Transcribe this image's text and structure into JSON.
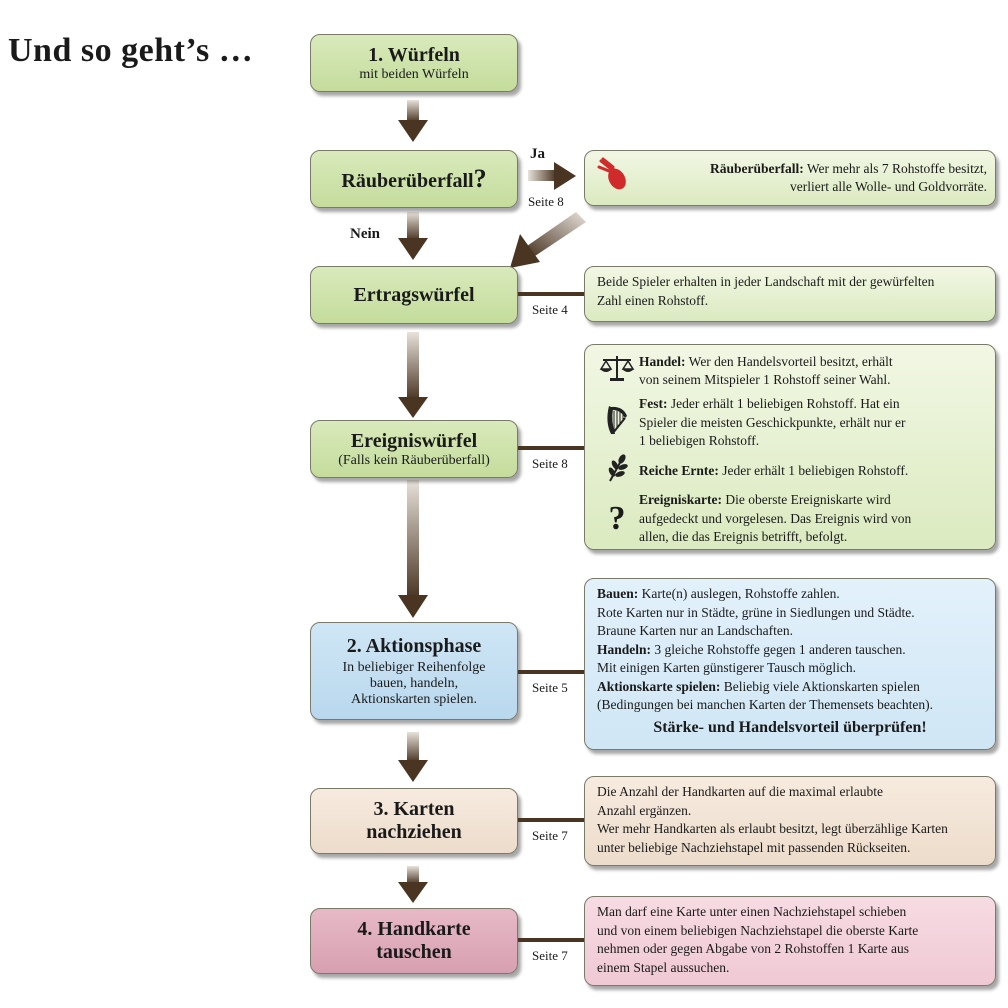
{
  "title": "Und so geht’s …",
  "steps": {
    "wuerfeln": {
      "title": "1. Würfeln",
      "sub": "mit beiden Würfeln"
    },
    "raeuber": {
      "title": "Räuberüberfall",
      "mark": "?"
    },
    "ertrag": {
      "title": "Ertragswürfel"
    },
    "ereignis": {
      "title": "Ereigniswürfel",
      "sub": "(Falls kein Räuberüberfall)"
    },
    "aktion": {
      "title": "2. Aktionsphase",
      "sub1": "In beliebiger Reihenfolge",
      "sub2": "bauen, handeln,",
      "sub3": "Aktionskarten spielen."
    },
    "karten": {
      "title1": "3. Karten",
      "title2": "nachziehen"
    },
    "hand": {
      "title1": "4. Handkarte",
      "title2": "tauschen"
    }
  },
  "labels": {
    "ja": "Ja",
    "nein": "Nein"
  },
  "seiten": {
    "raeuber": "Seite 8",
    "ertrag": "Seite 4",
    "ereignis": "Seite 8",
    "aktion": "Seite 5",
    "karten": "Seite 7",
    "hand": "Seite 7"
  },
  "info": {
    "raeuber": {
      "head": "Räuberüberfall:",
      "line1": "Wer mehr als 7 Rohstoffe besitzt,",
      "line2": "verliert alle Wolle- und Goldvorräte."
    },
    "ertrag": {
      "line1": "Beide Spieler erhalten in jeder Landschaft mit der gewürfelten",
      "line2": "Zahl einen Rohstoff."
    },
    "ereignis": {
      "handel": {
        "head": "Handel:",
        "line1": "Wer den Handelsvorteil besitzt, erhält",
        "line2": "von seinem Mitspieler 1 Rohstoff seiner Wahl."
      },
      "fest": {
        "head": "Fest:",
        "line1": "Jeder erhält 1 beliebigen Rohstoff. Hat ein",
        "line2": "Spieler die meisten Geschickpunkte, erhält nur er",
        "line3": "1 beliebigen Rohstoff."
      },
      "ernte": {
        "head": "Reiche Ernte:",
        "line1": "Jeder erhält 1 beliebigen Rohstoff."
      },
      "karte": {
        "head": "Ereigniskarte:",
        "line1": "Die oberste Ereigniskarte wird",
        "line2": "aufgedeckt und vorgelesen. Das Ereignis wird von",
        "line3": "allen, die das Ereignis betrifft, befolgt."
      }
    },
    "aktion": {
      "bauen_head": "Bauen:",
      "bauen1": "Karte(n) auslegen, Rohstoffe zahlen.",
      "bauen2": "Rote Karten nur in Städte, grüne in Siedlungen und Städte.",
      "bauen3": "Braune Karten nur an Landschaften.",
      "handeln_head": "Handeln:",
      "handeln1": "3 gleiche Rohstoffe gegen 1 anderen tauschen.",
      "handeln2": "Mit einigen Karten günstigerer Tausch möglich.",
      "spielen_head": "Aktionskarte spielen:",
      "spielen1": "Beliebig viele Aktionskarten spielen",
      "spielen2": "(Bedingungen bei manchen Karten der Themensets beachten).",
      "footer": "Stärke- und Handelsvorteil überprüfen!"
    },
    "karten": {
      "line1": "Die Anzahl der Handkarten auf die maximal erlaubte",
      "line2": "Anzahl ergänzen.",
      "line3": "Wer mehr Handkarten als erlaubt besitzt, legt überzählige Karten",
      "line4": "unter beliebige Nachziehstapel mit passenden Rückseiten."
    },
    "hand": {
      "line1": "Man darf eine Karte unter einen Nachziehstapel schieben",
      "line2": "und von einem beliebigen Nachziehstapel die oberste Karte",
      "line3": "nehmen oder gegen Abgabe von 2 Rohstoffen 1 Karte aus",
      "line4": "einem Stapel aussuchen."
    }
  },
  "icons": {
    "raeuber": "robber-icon",
    "handel": "scales-icon",
    "fest": "harp-icon",
    "ernte": "wheat-icon",
    "karte": "question-icon"
  },
  "colors": {
    "arrow": "#4a3523",
    "green": "#cfe3ab",
    "blue": "#c3def1",
    "beige": "#f1e2d3",
    "pink": "#dfaebd"
  }
}
